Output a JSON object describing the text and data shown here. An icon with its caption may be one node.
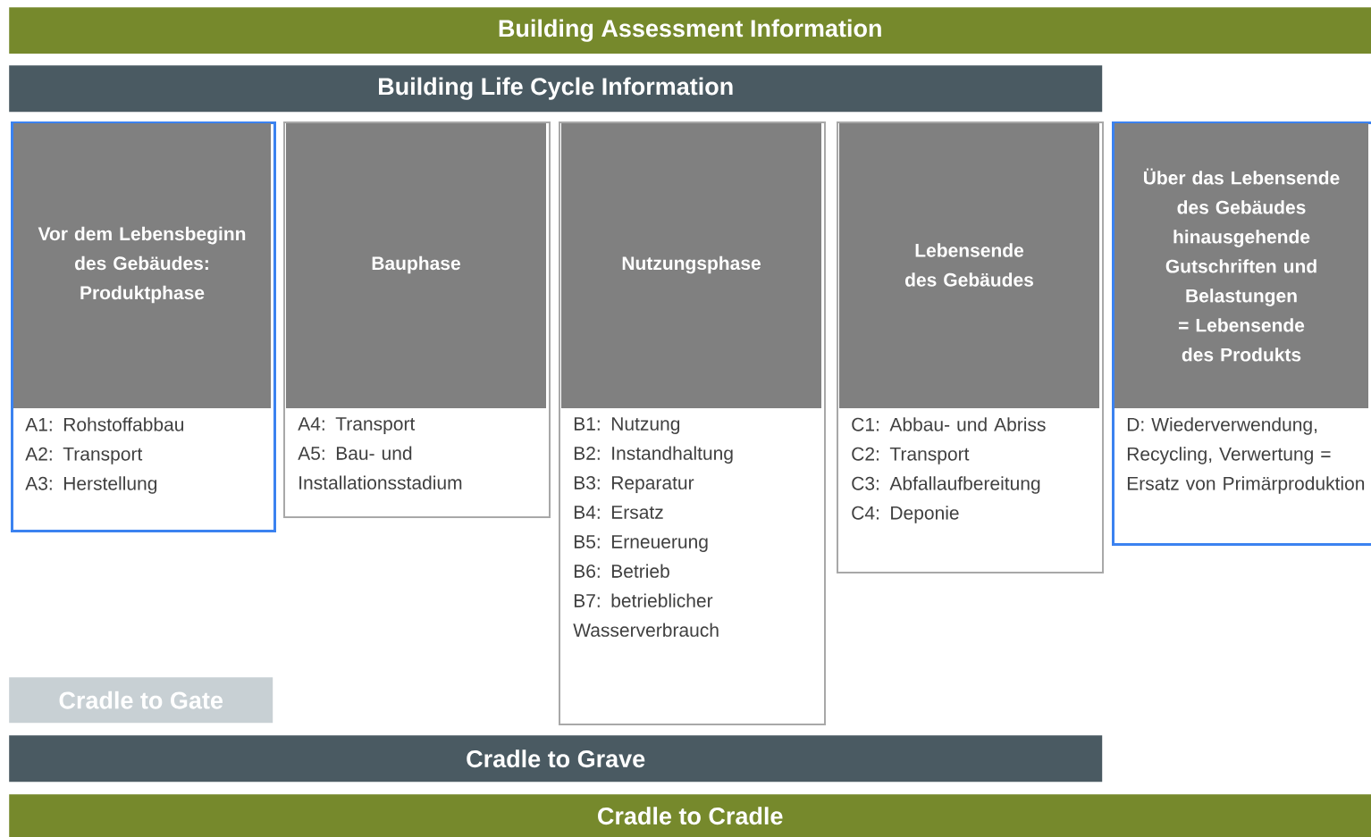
{
  "diagram": {
    "nodes": [
      {
        "text": [
          "Building Assessment Information"
        ]
      },
      {
        "text": [
          "Building Life Cycle Information"
        ]
      },
      {
        "text": [
          "Vor dem Lebensbeginn des Gebäudes: Produktphase",
          "A1: Rohstoffabbau",
          "A2: Transport",
          "A3: Herstellung"
        ]
      },
      {
        "text": [
          "Bauphase",
          "A4: Transport",
          "A5: Bau- und Installationsstadium"
        ]
      },
      {
        "text": [
          "Nutzungsphase",
          "B1: Nutzung",
          "B2: Instandhaltung",
          "B3: Reparatur",
          "B4: Ersatz",
          "B5: Erneuerung",
          "B6: Betrieb",
          "B7: betrieblicher Wasserverbrauch"
        ]
      },
      {
        "text": [
          "Lebensende des Gebäudes",
          "C1: Abbau- und Abriss",
          "C2: Transport",
          "C3: Abfallaufbereitung",
          "C4: Deponie"
        ]
      },
      {
        "text": [
          "Über das Lebensende des Gebäudes hinausgehende Gutschriften und Belastungen = Lebensende des Produkts",
          "D: Wiederverwendung, Recycling, Verwertung = Ersatz von Primärproduktion"
        ]
      },
      {
        "text": [
          "Cradle to Gate"
        ]
      },
      {
        "text": [
          "Cradle to Grave"
        ]
      },
      {
        "text": [
          "Cradle to Cradle"
        ]
      }
    ]
  }
}
